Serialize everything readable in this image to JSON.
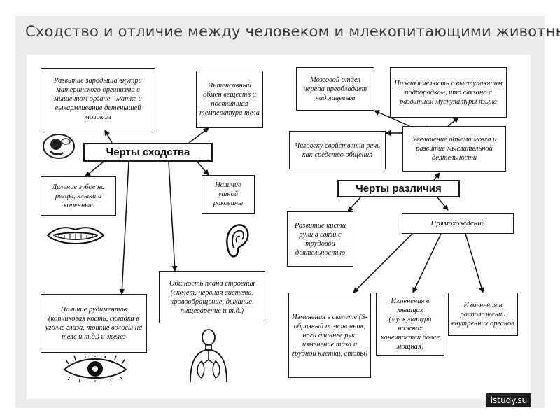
{
  "title": "Сходство и отличие между человеком и млекопитающими животными",
  "similarity": {
    "heading": "Черты сходства",
    "items": [
      "Развитие зародыша внутри материнского организма в мышечном органе - матке и выкармливание детенышей молоком",
      "Интенсивный обмен веществ и постоянная температура тела",
      "Деление зубов на резцы, клыки и коренные",
      "Наличие ушной раковины",
      "Общность плана строения (скелет, нервная система, кровообращение, дыхание, пищеварение и т.д.)",
      "Наличие рудиментов (копчиковая кость, складка в уголке глаза, тонкие волосы на теле и т.д.) и желез"
    ]
  },
  "difference": {
    "heading": "Черты различия",
    "items": [
      "Мозговой отдел черепа преобладает над лицевым",
      "Нижняя челюсть с выступающим подбородком, что связано с развитием мускулатуры языка",
      "Человеку свойственна речь как средство общения",
      "Увеличение объёма мозга и развитие мыслительной деятельности",
      "Развитие кисти руки в связи с трудовой деятельностью",
      "Прямохождение"
    ],
    "upright_effects": [
      "Изменения в скелете (S-образный позвоночник, ноги длиннее рук, изменение таза и грудной клетки, стопы)",
      "Изменения в мышцах (мускулатура нижних конечностей более мощная)",
      "Изменения в расположении внутренних органов"
    ]
  },
  "brand": "istudy.su"
}
